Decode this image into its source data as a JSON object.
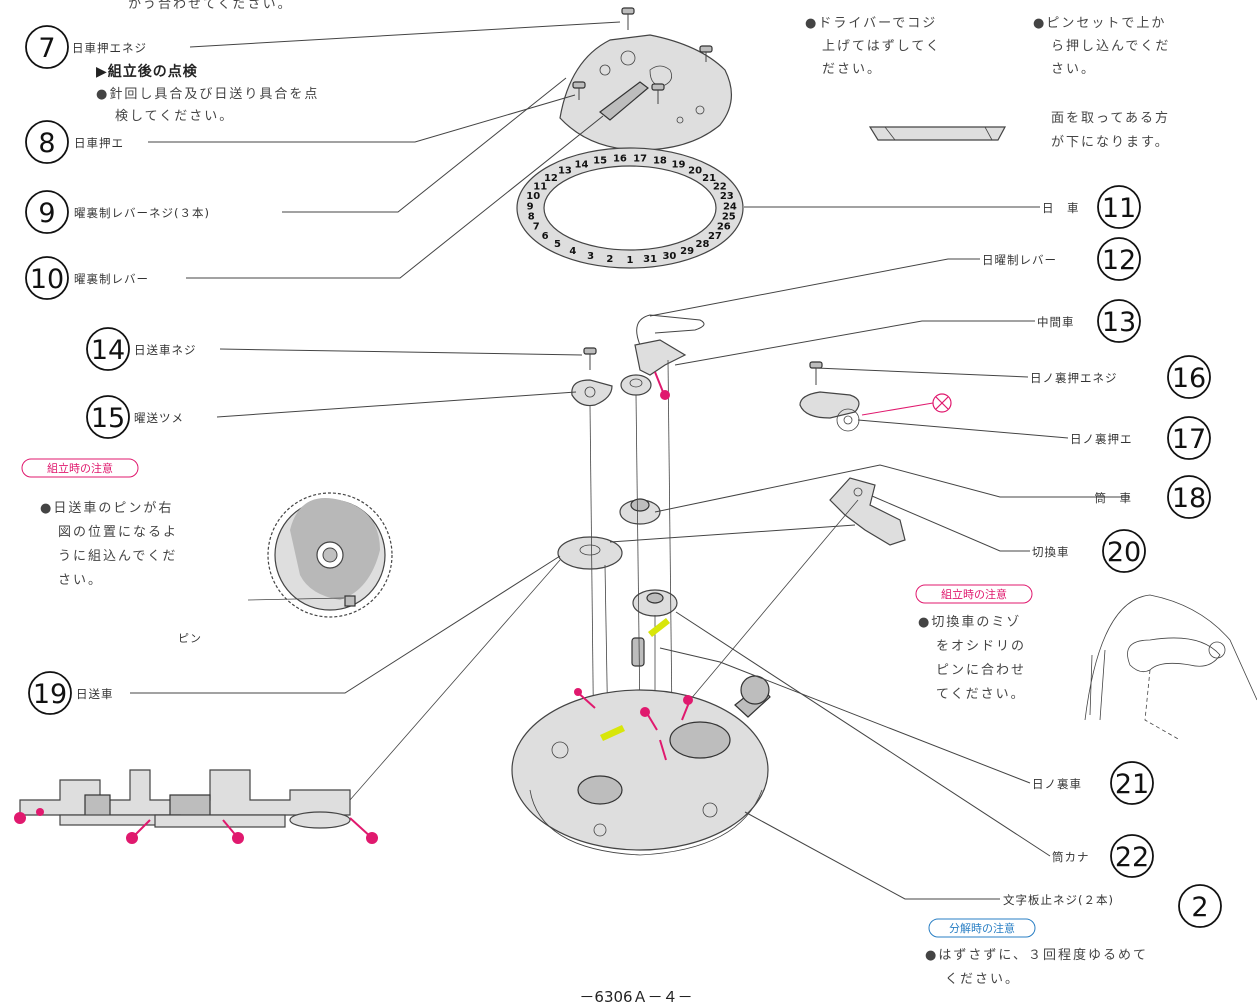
{
  "top_cut_text": "かう合わせてください。",
  "labels": [
    {
      "id": "7",
      "num": "7",
      "text": "日車押エネジ"
    },
    {
      "id": "8",
      "num": "8",
      "text": "日車押エ"
    },
    {
      "id": "9",
      "num": "9",
      "text": "曜裏制レバーネジ(３本)"
    },
    {
      "id": "10",
      "num": "10",
      "text": "曜裏制レバー"
    },
    {
      "id": "11",
      "num": "11",
      "text": "日　車"
    },
    {
      "id": "12",
      "num": "12",
      "text": "日曜制レバー"
    },
    {
      "id": "13",
      "num": "13",
      "text": "中間車"
    },
    {
      "id": "14",
      "num": "14",
      "text": "日送車ネジ"
    },
    {
      "id": "15",
      "num": "15",
      "text": "曜送ツメ"
    },
    {
      "id": "16",
      "num": "16",
      "text": "日ノ裏押エネジ"
    },
    {
      "id": "17",
      "num": "17",
      "text": "日ノ裏押エ"
    },
    {
      "id": "18",
      "num": "18",
      "text": "筒　車"
    },
    {
      "id": "19",
      "num": "19",
      "text": "日送車"
    },
    {
      "id": "20",
      "num": "20",
      "text": "切換車"
    },
    {
      "id": "21",
      "num": "21",
      "text": "日ノ裏車"
    },
    {
      "id": "22",
      "num": "22",
      "text": "筒カナ"
    },
    {
      "id": "2",
      "num": "2",
      "text": "文字板止ネジ(２本)"
    }
  ],
  "inspection": {
    "heading": "▶組立後の点検",
    "line1": "●針回し具合及び日送り具合を点",
    "line2": "検してください。"
  },
  "top_notes": {
    "left_line1": "●ドライバーでコジ",
    "left_line2": "上げてはずしてく",
    "left_line3": "ださい。",
    "right_line1": "●ピンセットで上か",
    "right_line2": "ら押し込んでくだ",
    "right_line3": "さい。",
    "face_line1": "面を取ってある方",
    "face_line2": "が下になります。"
  },
  "assembly_note_left": {
    "tag": "組立時の注意",
    "line1": "●日送車のピンが右",
    "line2": "図の位置になるよ",
    "line3": "うに組込んでくだ",
    "line4": "さい。",
    "pin_label": "ピン"
  },
  "assembly_note_right": {
    "tag": "組立時の注意",
    "line1": "●切換車のミゾ",
    "line2": "をオシドリの",
    "line3": "ピンに合わせ",
    "line4": "てください。"
  },
  "disassembly_note": {
    "tag": "分解時の注意",
    "line1": "●はずさずに、３回程度ゆるめて",
    "line2": "ください。"
  },
  "date_ring_numbers": [
    "1",
    "2",
    "3",
    "4",
    "5",
    "6",
    "7",
    "8",
    "9",
    "10",
    "11",
    "12",
    "13",
    "14",
    "15",
    "16",
    "17",
    "18",
    "19",
    "20",
    "21",
    "22",
    "23",
    "24",
    "25",
    "26",
    "27",
    "28",
    "29",
    "30",
    "31"
  ],
  "page_number": "－6306Ａ－４－",
  "colors": {
    "accent": "#e0196e",
    "highlight": "#d8e60a",
    "tag_blue": "#2a7fc4"
  }
}
